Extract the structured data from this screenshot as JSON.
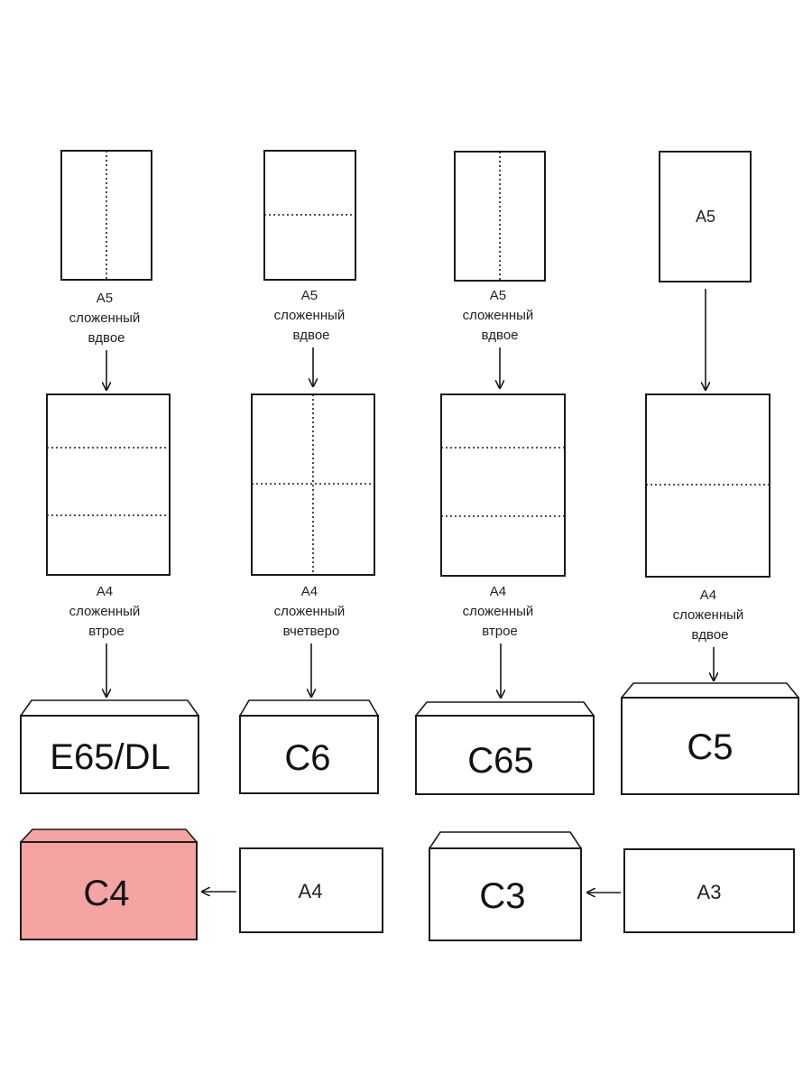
{
  "colors": {
    "line": "#1a1a1a",
    "highlight": "#f5a3a3"
  },
  "columns": [
    {
      "a5_caption": [
        "A5",
        "сложенный",
        "вдвое"
      ],
      "a4_caption": [
        "A4",
        "сложенный",
        "втрое"
      ],
      "envelope": "E65/DL"
    },
    {
      "a5_caption": [
        "A5",
        "сложенный",
        "вдвое"
      ],
      "a4_caption": [
        "A4",
        "сложенный",
        "вчетверо"
      ],
      "envelope": "C6"
    },
    {
      "a5_caption": [
        "A5",
        "сложенный",
        "вдвое"
      ],
      "a4_caption": [
        "A4",
        "сложенный",
        "втрое"
      ],
      "envelope": "C65"
    },
    {
      "a5_label": "A5",
      "a4_caption": [
        "A4",
        "сложенный",
        "вдвое"
      ],
      "envelope": "C5"
    }
  ],
  "bottom_row": {
    "c4_envelope": "C4",
    "a4_sheet": "A4",
    "c3_envelope": "C3",
    "a3_sheet": "A3"
  }
}
